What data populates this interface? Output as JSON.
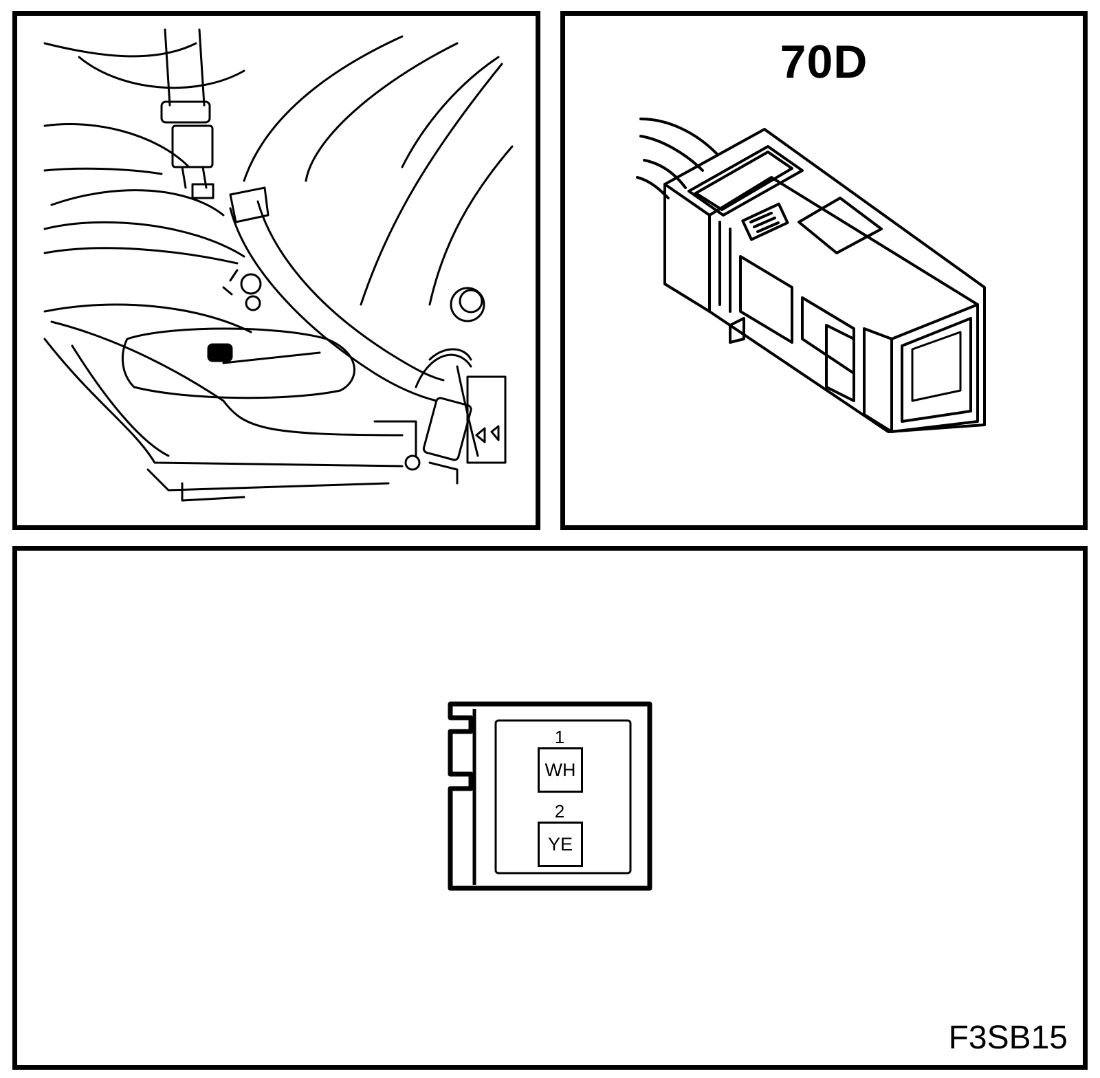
{
  "connector": {
    "label": "70D"
  },
  "pinout": {
    "pins": [
      {
        "number": "1",
        "color": "WH"
      },
      {
        "number": "2",
        "color": "YE"
      }
    ]
  },
  "figure_code": "F3SB15"
}
